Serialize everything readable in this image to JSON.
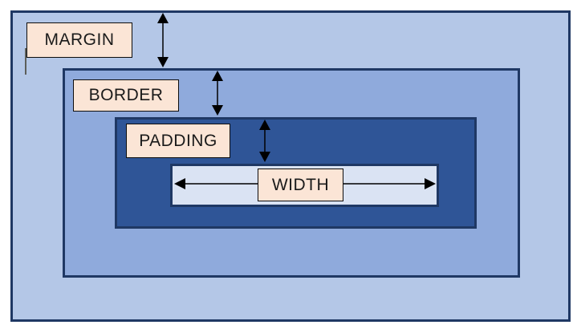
{
  "labels": {
    "margin": "MARGIN",
    "border": "BORDER",
    "padding": "PADDING",
    "width": "WIDTH"
  },
  "colors": {
    "margin_fill": "#b4c7e7",
    "border_fill": "#8faadc",
    "padding_fill": "#2f5597",
    "width_fill": "#dae3f3",
    "box_outline": "#1f3864",
    "label_fill": "#fbe5d6",
    "label_outline": "#0d0d0d",
    "arrow": "#000000"
  }
}
